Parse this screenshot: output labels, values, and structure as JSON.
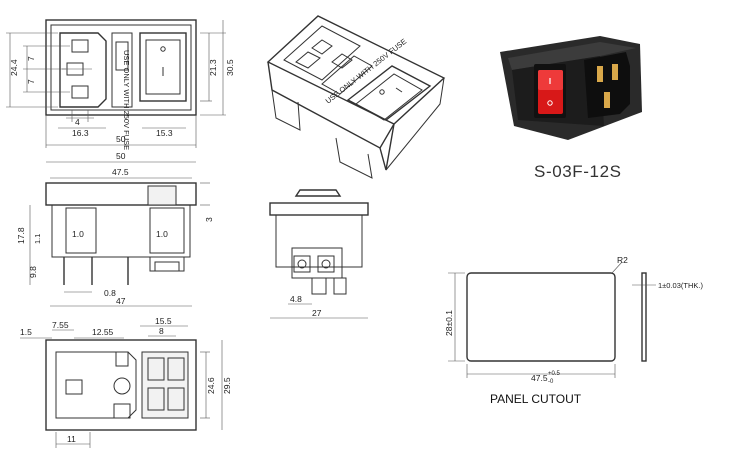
{
  "product": {
    "model": "S-03F-12S",
    "panel_cutout_title": "PANEL CUTOUT",
    "switch_text": "USE ONLY WITH 250V FUSE",
    "switch_marks": {
      "on": "I",
      "off": "O"
    },
    "colors": {
      "body": "#1a1a1a",
      "rocker": "#d81818",
      "pin": "#d9a84a"
    }
  },
  "front_view": {
    "dims": {
      "height_outer": "30.5",
      "height_inner": "21.3",
      "left_total": "24.4",
      "pitch_top": "7",
      "pitch_bottom": "7",
      "pin_offset": "4",
      "inlet_width": "16.3",
      "switch_width": "15.3",
      "total_width": "50"
    }
  },
  "side_view": {
    "dims": {
      "top_width": "50",
      "body_width": "47.5",
      "body_height": "17.8",
      "flange_tol": "1.1",
      "flange_thk": "3",
      "pin_length": "9.8",
      "pin_thk": "0.8",
      "bottom_width": "47",
      "slot_a": "1.0",
      "slot_b": "1.0"
    }
  },
  "bottom_view": {
    "dims": {
      "d_1_5": "1.5",
      "d_7_55": "7.55",
      "d_12_55": "12.55",
      "d_15_5": "15.5",
      "d_8": "8",
      "d_24_6": "24.6",
      "d_29_5": "29.5",
      "d_11": "11"
    }
  },
  "end_view": {
    "dims": {
      "pin_offset": "4.8",
      "width": "27"
    }
  },
  "cutout": {
    "radius": "R2",
    "height": "28±0.1",
    "width": "47.5",
    "width_tol_plus": "+0.5",
    "width_tol_minus": "-0",
    "thickness": "1±0.03(THK.)"
  }
}
